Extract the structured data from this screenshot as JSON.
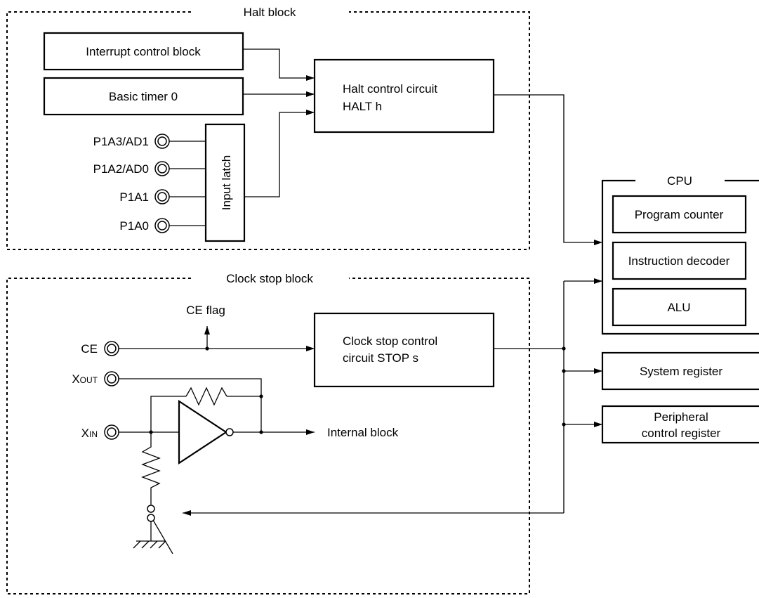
{
  "halt_block": {
    "title": "Halt block",
    "interrupt_control": "Interrupt control block",
    "basic_timer": "Basic timer 0",
    "halt_control_line1": "Halt control circuit",
    "halt_control_line2": "HALT h",
    "input_latch": "Input latch",
    "pins": [
      "P1A3/AD1",
      "P1A2/AD0",
      "P1A1",
      "P1A0"
    ]
  },
  "clock_stop_block": {
    "title": "Clock stop block",
    "ce_flag": "CE flag",
    "ce_pin": "CE",
    "xout_main": "X",
    "xout_sub": "OUT",
    "xin_main": "X",
    "xin_sub": "IN",
    "clock_stop_line1": "Clock stop control",
    "clock_stop_line2": "circuit STOP s",
    "internal_block": "Internal block"
  },
  "cpu": {
    "title": "CPU",
    "program_counter": "Program counter",
    "instruction_decoder": "Instruction decoder",
    "alu": "ALU"
  },
  "system_register": "System register",
  "peripheral_line1": "Peripheral",
  "peripheral_line2": "control register"
}
